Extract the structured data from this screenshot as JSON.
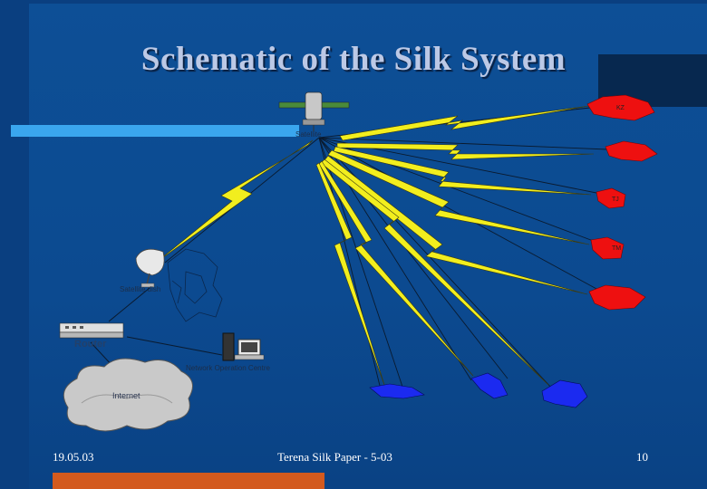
{
  "slide": {
    "title": "Schematic of the Silk System",
    "footer": {
      "date": "19.05.03",
      "center": "Terena Silk Paper - 5-03",
      "page": "10"
    }
  },
  "diagram": {
    "satellite_label": "Satellite",
    "satellite_dish_label": "Satellite dish",
    "router_label": "Router",
    "noc_label": "Network Operation Centre",
    "internet_label": "Internet",
    "country_labels": [
      "KZ",
      "TJ",
      "TM"
    ]
  },
  "colors": {
    "lightning": "#f2ee1e",
    "red_countries": "#ee1010",
    "blue_countries": "#1b2af0",
    "links": "#0a1a2e"
  }
}
